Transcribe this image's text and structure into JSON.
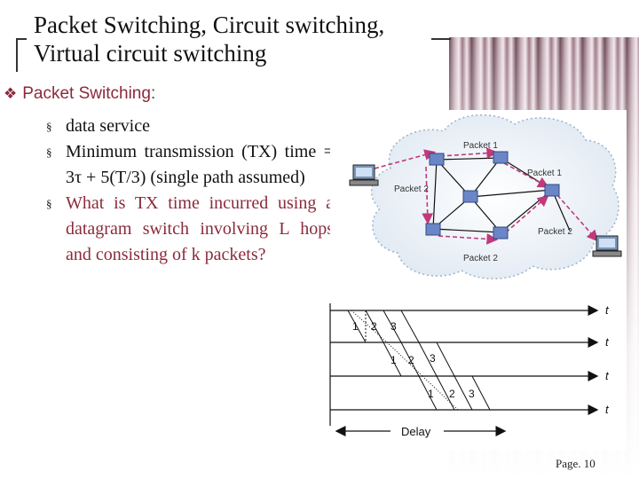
{
  "slide": {
    "title": "Packet Switching, Circuit switching, Virtual circuit switching",
    "main_bullet": "Packet Switching",
    "main_bullet_suffix": ":",
    "sub_bullets": [
      "data service",
      "Minimum transmission (TX) time = 3τ + 5(T/3) (single path assumed)",
      "What is TX time incurred using a datagram switch involving L hops and consisting of k packets?"
    ],
    "page_number": "Page. 10"
  },
  "network_labels": {
    "packet1_a": "Packet 1",
    "packet1_b": "Packet 1",
    "packet2_a": "Packet 2",
    "packet2_b": "Packet 2",
    "packet2_c": "Packet 2"
  },
  "timing_diagram": {
    "axis_label": "t",
    "delay_label": "Delay",
    "rows": [
      [
        "1",
        "2",
        "3"
      ],
      [
        "1",
        "2",
        "3"
      ],
      [
        "1",
        "2",
        "3"
      ]
    ]
  },
  "colors": {
    "accent": "#8b2a3c",
    "packet_path": "#c0397a",
    "router": "#6b86c6"
  }
}
